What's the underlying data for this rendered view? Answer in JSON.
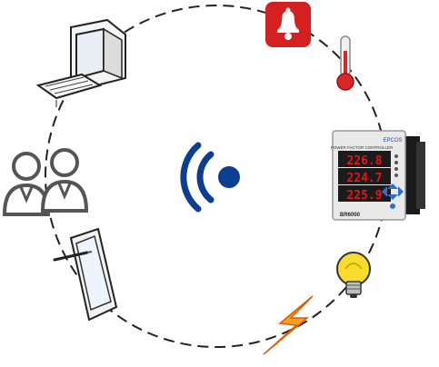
{
  "diagram": {
    "background": "#ffffff",
    "ring_color": "#222222",
    "center": {
      "icon": "wireless-signal-icon",
      "color": "#0b3d91"
    },
    "nodes": [
      {
        "name": "desktop-computer-icon",
        "role": "computer"
      },
      {
        "name": "alarm-bell-icon",
        "role": "alarm",
        "color": "#d42020"
      },
      {
        "name": "thermometer-icon",
        "role": "temperature",
        "color": "#d62828"
      },
      {
        "name": "power-meter-device",
        "role": "controller"
      },
      {
        "name": "light-bulb-icon",
        "role": "lighting",
        "color": "#f2d12a"
      },
      {
        "name": "lightning-bolt-icon",
        "role": "power",
        "color": "#f28c00"
      },
      {
        "name": "tablet-stylus-icon",
        "role": "tablet"
      },
      {
        "name": "users-group-icon",
        "role": "users",
        "color": "#555555"
      }
    ],
    "meter": {
      "brand": "EPCOS",
      "header": "POWER FACTOR CONTROLLER",
      "model": "BR6000",
      "readings": [
        "226.8",
        "224.7",
        "225.9"
      ],
      "display_color": "#e01818"
    }
  }
}
